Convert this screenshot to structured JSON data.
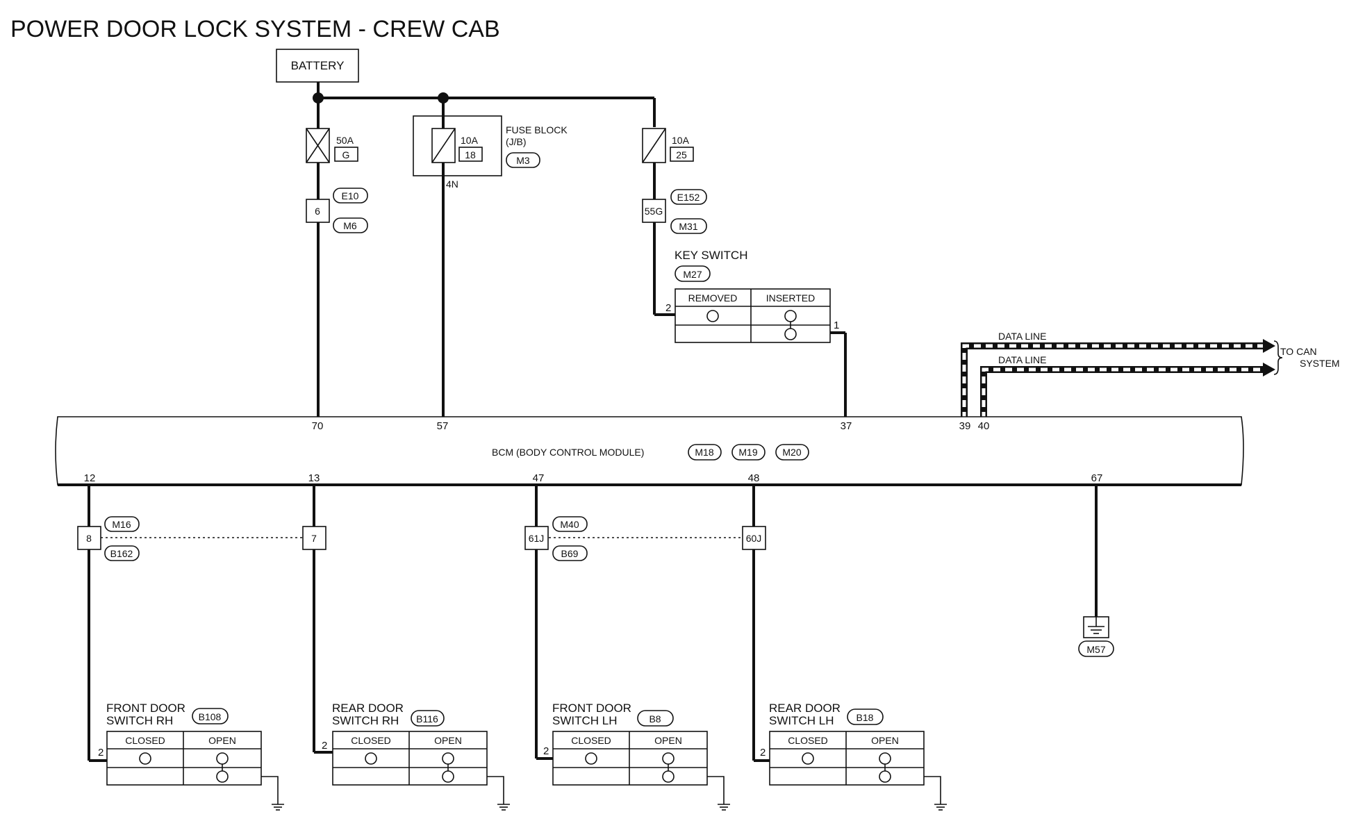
{
  "title": "POWER DOOR LOCK SYSTEM - CREW CAB",
  "battery": "BATTERY",
  "fuse_block": {
    "label1": "FUSE BLOCK",
    "label2": "(J/B)",
    "conn": "M3",
    "pin": "4N"
  },
  "fuses": [
    {
      "amp": "50A",
      "code": "G"
    },
    {
      "amp": "10A",
      "code": "18"
    },
    {
      "amp": "10A",
      "code": "25"
    }
  ],
  "connectors_top": [
    {
      "pin": "6",
      "top": "E10",
      "bottom": "M6"
    },
    {
      "pin": "55G",
      "top": "E152",
      "bottom": "M31"
    }
  ],
  "key_switch": {
    "label": "KEY SWITCH",
    "conn": "M27",
    "cols": [
      "REMOVED",
      "INSERTED"
    ],
    "pin_in": "2",
    "pin_out": "1"
  },
  "data_lines": [
    "DATA LINE",
    "DATA LINE"
  ],
  "to_can": [
    "TO CAN",
    "SYSTEM"
  ],
  "bcm": {
    "label": "BCM (BODY CONTROL MODULE)",
    "conns": [
      "M18",
      "M19",
      "M20"
    ],
    "top_pins": [
      "70",
      "57",
      "37",
      "39",
      "40"
    ],
    "bottom_pins": [
      "12",
      "13",
      "47",
      "48",
      "67"
    ]
  },
  "mid_connectors": [
    {
      "pin": "8",
      "top": "M16",
      "bottom": "B162"
    },
    {
      "pin": "7"
    },
    {
      "pin": "61J",
      "top": "M40",
      "bottom": "B69"
    },
    {
      "pin": "60J"
    }
  ],
  "ground_conn": "M57",
  "door_switches": [
    {
      "line1": "FRONT DOOR",
      "line2": "SWITCH RH",
      "conn": "B108",
      "cols": [
        "CLOSED",
        "OPEN"
      ],
      "pin": "2"
    },
    {
      "line1": "REAR DOOR",
      "line2": "SWITCH RH",
      "conn": "B116",
      "cols": [
        "CLOSED",
        "OPEN"
      ],
      "pin": "2"
    },
    {
      "line1": "FRONT DOOR",
      "line2": "SWITCH LH",
      "conn": "B8",
      "cols": [
        "CLOSED",
        "OPEN"
      ],
      "pin": "2"
    },
    {
      "line1": "REAR DOOR",
      "line2": "SWITCH LH",
      "conn": "B18",
      "cols": [
        "CLOSED",
        "OPEN"
      ],
      "pin": "2"
    }
  ]
}
